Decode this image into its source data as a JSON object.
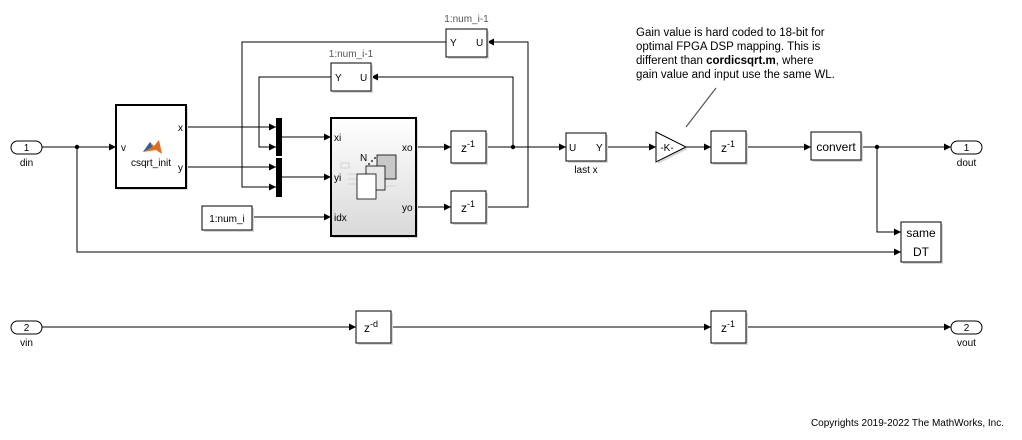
{
  "diagram": {
    "inports": [
      {
        "number": "1",
        "name": "din"
      },
      {
        "number": "2",
        "name": "vin"
      }
    ],
    "outports": [
      {
        "number": "1",
        "name": "dout"
      },
      {
        "number": "2",
        "name": "vout"
      }
    ],
    "init_block": {
      "name": "csqrt_init",
      "input": "v",
      "outputs": [
        "x",
        "y"
      ],
      "icon": "matlab-function-icon"
    },
    "constant_block": {
      "value": "1:num_i"
    },
    "selector_top": {
      "label": "1:num_i-1",
      "in": "U",
      "out": "Y"
    },
    "selector_mid": {
      "label": "1:num_i-1",
      "in": "U",
      "out": "Y"
    },
    "iterator_subsystem": {
      "inputs": [
        "xi",
        "yi",
        "idx"
      ],
      "outputs": [
        "xo",
        "yo"
      ],
      "icon_label": "N"
    },
    "delays": {
      "xo": {
        "base": "z",
        "exp": "-1"
      },
      "yo": {
        "base": "z",
        "exp": "-1"
      },
      "after_gain": {
        "base": "z",
        "exp": "-1"
      },
      "vin_d": {
        "base": "z",
        "exp": "-d"
      },
      "vin_1": {
        "base": "z",
        "exp": "-1"
      }
    },
    "last_x_block": {
      "name": "last x",
      "in": "U",
      "out": "Y"
    },
    "gain_block": {
      "value": "-K-"
    },
    "convert_block": {
      "label": "convert"
    },
    "same_dt_block": {
      "line1": "same",
      "line2": "DT"
    },
    "annotation": {
      "line1": "Gain value is hard coded to 18-bit for",
      "line2": "optimal FPGA DSP mapping. This is",
      "line3_pre": "different than ",
      "line3_bold": "cordicsqrt.m",
      "line3_post": ", where",
      "line4": "gain value and input use the same WL."
    },
    "copyright": "Copyrights 2019-2022 The MathWorks, Inc."
  }
}
